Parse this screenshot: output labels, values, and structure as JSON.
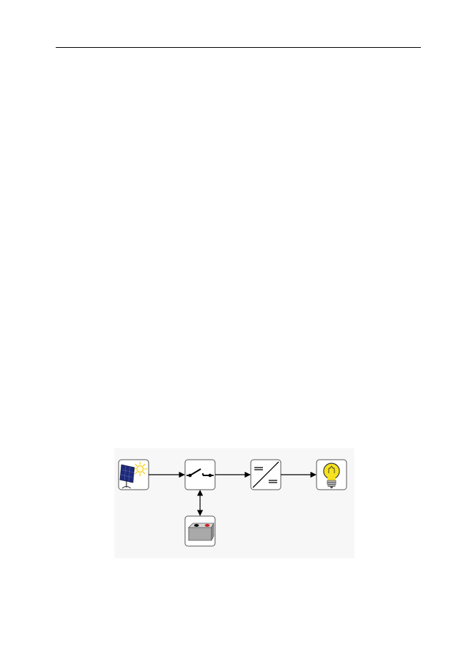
{
  "diagram": {
    "blocks": [
      {
        "id": "solar-panel",
        "icon": "solar-panel-sun-icon"
      },
      {
        "id": "charge-controller",
        "icon": "switch-icon"
      },
      {
        "id": "dc-ac-inverter",
        "icon": "inverter-icon"
      },
      {
        "id": "load",
        "icon": "light-bulb-icon"
      },
      {
        "id": "battery",
        "icon": "battery-icon"
      }
    ],
    "connections": [
      {
        "from": "solar-panel",
        "to": "charge-controller",
        "direction": "forward"
      },
      {
        "from": "charge-controller",
        "to": "dc-ac-inverter",
        "direction": "forward"
      },
      {
        "from": "dc-ac-inverter",
        "to": "load",
        "direction": "forward"
      },
      {
        "from": "charge-controller",
        "to": "battery",
        "direction": "bidirectional"
      }
    ],
    "colors": {
      "panel_blue": "#1e2a78",
      "sun_yellow": "#f5d21a",
      "bulb_yellow": "#f6e21e",
      "battery_gray": "#a9a9a9",
      "terminal_red": "#d22020",
      "block_border": "#555555"
    }
  }
}
